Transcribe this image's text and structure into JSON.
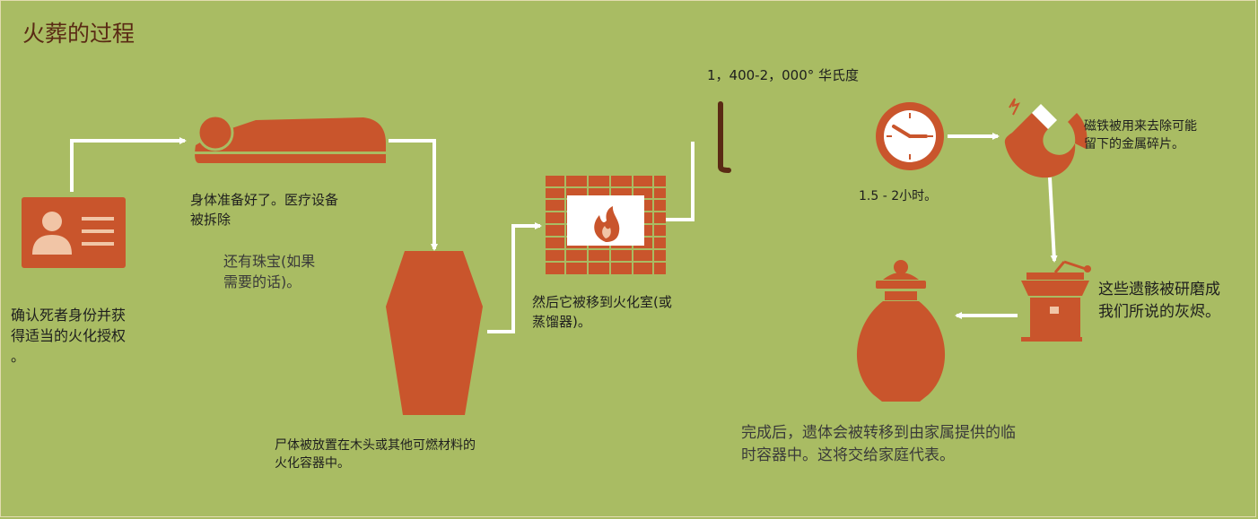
{
  "title": "火葬的过程",
  "steps": {
    "identify": {
      "line1": "确认死者身份并获",
      "line2": "得适当的火化授权",
      "line3": "。"
    },
    "prepare": {
      "line1": "身体准备好了。医疗设备",
      "line2": "被拆除"
    },
    "jewelry": {
      "line1": "还有珠宝(如果",
      "line2": "需要的话)。"
    },
    "casket": {
      "line1": "尸体被放置在木头或其他可燃材料的",
      "line2": "火化容器中。"
    },
    "retort": {
      "line1": "然后它被移到火化室(或",
      "line2": "蒸馏器)。"
    },
    "temperature": "1，400-2，000° 华氏度",
    "duration": "1.5 - 2小时。",
    "magnet": {
      "line1": "磁铁被用来去除可能",
      "line2": "留下的金属碎片。"
    },
    "grind": {
      "line1": "这些遗骸被研磨成",
      "line2": "我们所说的灰烬。"
    },
    "urn": {
      "line1": "完成后，遗体会被转移到由家属提供的临",
      "line2": "时容器中。这将交给家庭代表。"
    }
  },
  "colors": {
    "background": "#a9bc63",
    "accent": "#c9552c",
    "title": "#5a2a14",
    "arrow": "#ffffff"
  }
}
